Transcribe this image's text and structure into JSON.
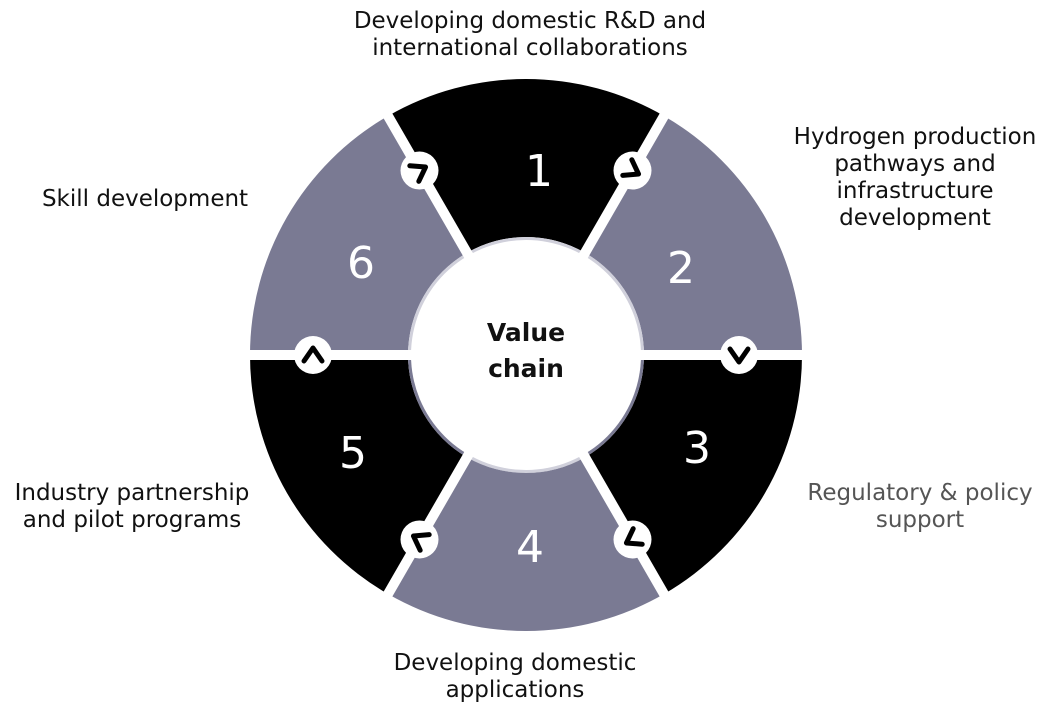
{
  "center": {
    "line1": "Value",
    "line2": "chain"
  },
  "segments": [
    {
      "number": "1",
      "label": [
        "Developing domestic R&D and",
        "international collaborations"
      ]
    },
    {
      "number": "2",
      "label": [
        "Hydrogen production",
        "pathways and",
        "infrastructure",
        "development"
      ]
    },
    {
      "number": "3",
      "label": [
        "Regulatory & policy",
        "support"
      ]
    },
    {
      "number": "4",
      "label": [
        "Developing domestic",
        "applications"
      ]
    },
    {
      "number": "5",
      "label": [
        "Industry partnership",
        "and pilot programs"
      ]
    },
    {
      "number": "6",
      "label": [
        "Skill development"
      ]
    }
  ],
  "colors": {
    "dark": "#000000",
    "grey": "#7a7a93",
    "inner_ring_light": "#d0d0db",
    "inner_ring_dark": "#7a7a93",
    "label_text": "#111111",
    "label_text_muted": "#555555",
    "number_text": "#ffffff"
  },
  "icons": [
    "chevron-icon"
  ]
}
